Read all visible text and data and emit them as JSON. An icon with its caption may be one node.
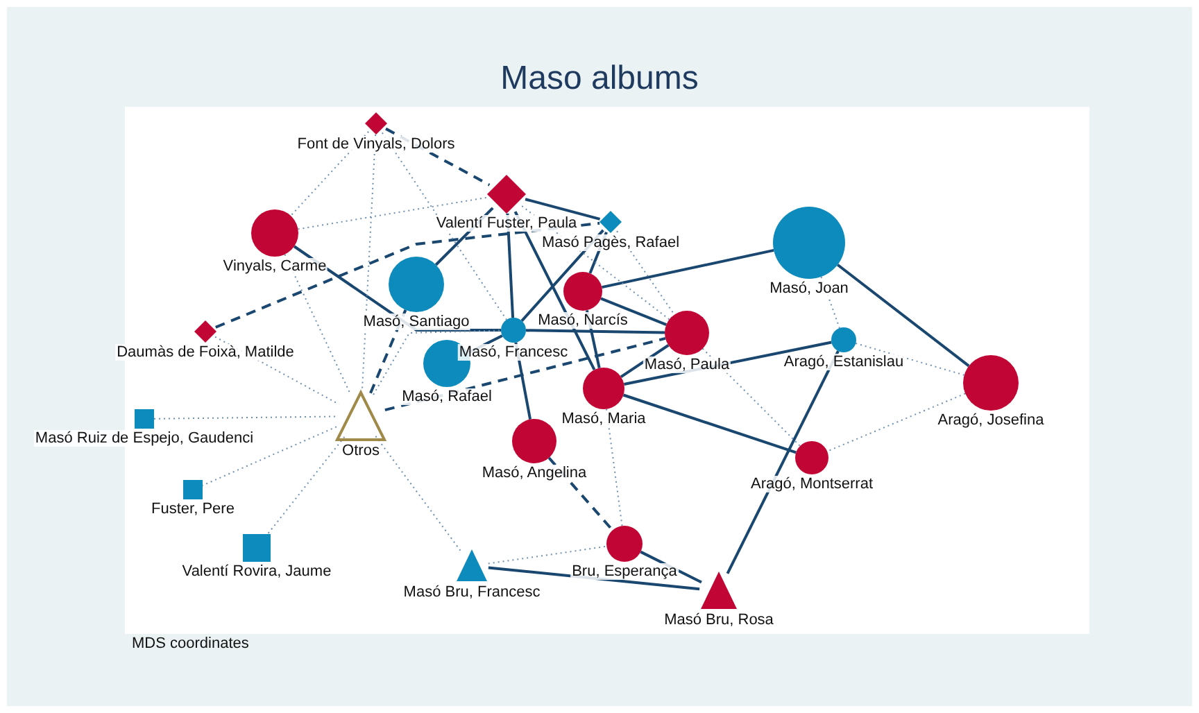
{
  "diagram": {
    "title": "Maso albums",
    "caption": "MDS coordinates",
    "nodes": [
      {
        "text": [],
        "shape": "diamond",
        "beside": [
          "Font de Vinyals, Dolors"
        ]
      },
      {
        "text": [],
        "shape": "diamond",
        "beside": [
          "Valentí Fuster, Paula"
        ]
      },
      {
        "text": [],
        "shape": "diamond",
        "beside": [
          "Masó Pagès, Rafael"
        ]
      },
      {
        "text": [],
        "shape": "circle",
        "beside": [
          "Vinyals, Carme"
        ]
      },
      {
        "text": [],
        "shape": "circle",
        "beside": [
          "Masó, Santiago"
        ]
      },
      {
        "text": [],
        "shape": "circle",
        "beside": [
          "Masó, Joan"
        ]
      },
      {
        "text": [],
        "shape": "circle",
        "beside": [
          "Masó, Narcís"
        ]
      },
      {
        "text": [],
        "shape": "circle",
        "beside": [
          "Masó, Francesc"
        ]
      },
      {
        "text": [],
        "shape": "diamond",
        "beside": [
          "Daumàs de Foixà, Matilde"
        ]
      },
      {
        "text": [],
        "shape": "circle",
        "beside": [
          "Masó, Paula"
        ]
      },
      {
        "text": [],
        "shape": "circle",
        "beside": [
          "Aragó, Estanislau"
        ]
      },
      {
        "text": [],
        "shape": "circle",
        "beside": [
          "Masó, Rafael"
        ]
      },
      {
        "text": [],
        "shape": "circle",
        "beside": [
          "Masó, Maria"
        ]
      },
      {
        "text": [],
        "shape": "circle",
        "beside": [
          "Aragó, Josefina"
        ]
      },
      {
        "text": [],
        "shape": "circle",
        "beside": [
          "Masó, Angelina"
        ]
      },
      {
        "text": [],
        "shape": "triangle",
        "beside": [
          "Otros"
        ]
      },
      {
        "text": [],
        "shape": "box",
        "beside": [
          "Masó Ruiz de Espejo, Gaudenci"
        ]
      },
      {
        "text": [],
        "shape": "circle",
        "beside": [
          "Aragó, Montserrat"
        ]
      },
      {
        "text": [],
        "shape": "box",
        "beside": [
          "Fuster, Pere"
        ]
      },
      {
        "text": [],
        "shape": "box",
        "beside": [
          "Valentí Rovira, Jaume"
        ]
      },
      {
        "text": [],
        "shape": "circle",
        "beside": [
          "Bru, Esperança"
        ]
      },
      {
        "text": [],
        "shape": "triangle",
        "beside": [
          "Masó Bru, Francesc"
        ]
      },
      {
        "text": [],
        "shape": "triangle",
        "beside": [
          "Masó Bru, Rosa"
        ]
      }
    ],
    "edges": [
      {
        "from": 3,
        "to": 7,
        "arrow": "none"
      },
      {
        "from": 4,
        "to": 1,
        "arrow": "none"
      },
      {
        "from": 1,
        "to": 2,
        "arrow": "none"
      },
      {
        "from": 1,
        "to": 7,
        "arrow": "none"
      },
      {
        "from": 1,
        "to": 12,
        "arrow": "none"
      },
      {
        "from": 2,
        "to": 7,
        "arrow": "none"
      },
      {
        "from": 2,
        "to": 6,
        "arrow": "none"
      },
      {
        "from": 6,
        "to": 5,
        "arrow": "none"
      },
      {
        "from": 6,
        "to": 9,
        "arrow": "none"
      },
      {
        "from": 6,
        "to": 12,
        "arrow": "none"
      },
      {
        "from": 7,
        "to": 9,
        "arrow": "none"
      },
      {
        "from": 7,
        "to": 14,
        "arrow": "none"
      },
      {
        "from": 7,
        "to": 11,
        "arrow": "none"
      },
      {
        "from": 12,
        "to": 9,
        "arrow": "none"
      },
      {
        "from": 12,
        "to": 10,
        "arrow": "none"
      },
      {
        "from": 12,
        "to": 17,
        "arrow": "none"
      },
      {
        "from": 5,
        "to": 13,
        "arrow": "none"
      },
      {
        "from": 10,
        "to": 22,
        "arrow": "none"
      },
      {
        "from": 20,
        "to": 22,
        "arrow": "none"
      },
      {
        "from": 21,
        "to": 22,
        "arrow": "none"
      },
      {
        "from": 0,
        "to": 1,
        "arrow": "none",
        "style": "dashed"
      },
      {
        "from": 8,
        "to": 2,
        "arrow": "none",
        "style": "dashed"
      },
      {
        "from": 15,
        "to": 4,
        "arrow": "none",
        "style": "dashed"
      },
      {
        "from": 15,
        "to": 9,
        "arrow": "none",
        "style": "dashed"
      },
      {
        "from": 14,
        "to": 20,
        "arrow": "none",
        "style": "dashed"
      },
      {
        "from": 0,
        "to": 3,
        "arrow": "none",
        "style": "dashed",
        "color": "#6f8faf"
      },
      {
        "from": 0,
        "to": 15,
        "arrow": "none",
        "style": "dashed",
        "color": "#6f8faf"
      },
      {
        "from": 0,
        "to": 7,
        "arrow": "none",
        "style": "dashed",
        "color": "#6f8faf"
      },
      {
        "from": 3,
        "to": 1,
        "arrow": "none",
        "style": "dashed",
        "color": "#6f8faf"
      },
      {
        "from": 3,
        "to": 15,
        "arrow": "none",
        "style": "dashed",
        "color": "#6f8faf"
      },
      {
        "from": 8,
        "to": 15,
        "arrow": "none",
        "style": "dashed",
        "color": "#6f8faf"
      },
      {
        "from": 16,
        "to": 15,
        "arrow": "none",
        "style": "dashed",
        "color": "#6f8faf"
      },
      {
        "from": 18,
        "to": 15,
        "arrow": "none",
        "style": "dashed",
        "color": "#6f8faf"
      },
      {
        "from": 19,
        "to": 15,
        "arrow": "none",
        "style": "dashed",
        "color": "#6f8faf"
      },
      {
        "from": 15,
        "to": 21,
        "arrow": "none",
        "style": "dashed",
        "color": "#6f8faf"
      },
      {
        "from": 15,
        "to": 7,
        "arrow": "none",
        "style": "dashed",
        "color": "#6f8faf"
      },
      {
        "from": 5,
        "to": 10,
        "arrow": "none",
        "style": "dashed",
        "color": "#6f8faf"
      },
      {
        "from": 10,
        "to": 13,
        "arrow": "none",
        "style": "dashed",
        "color": "#6f8faf"
      },
      {
        "from": 13,
        "to": 17,
        "arrow": "none",
        "style": "dashed",
        "color": "#6f8faf"
      },
      {
        "from": 9,
        "to": 17,
        "arrow": "none",
        "style": "dashed",
        "color": "#6f8faf"
      },
      {
        "from": 21,
        "to": 20,
        "arrow": "none",
        "style": "dashed",
        "color": "#6f8faf"
      },
      {
        "from": 20,
        "to": 12,
        "arrow": "none",
        "style": "dashed",
        "color": "#6f8faf"
      },
      {
        "from": 1,
        "to": 9,
        "arrow": "none",
        "style": "dashed",
        "color": "#6f8faf"
      },
      {
        "from": 2,
        "to": 9,
        "arrow": "none",
        "style": "dashed",
        "color": "#6f8faf"
      }
    ]
  }
}
